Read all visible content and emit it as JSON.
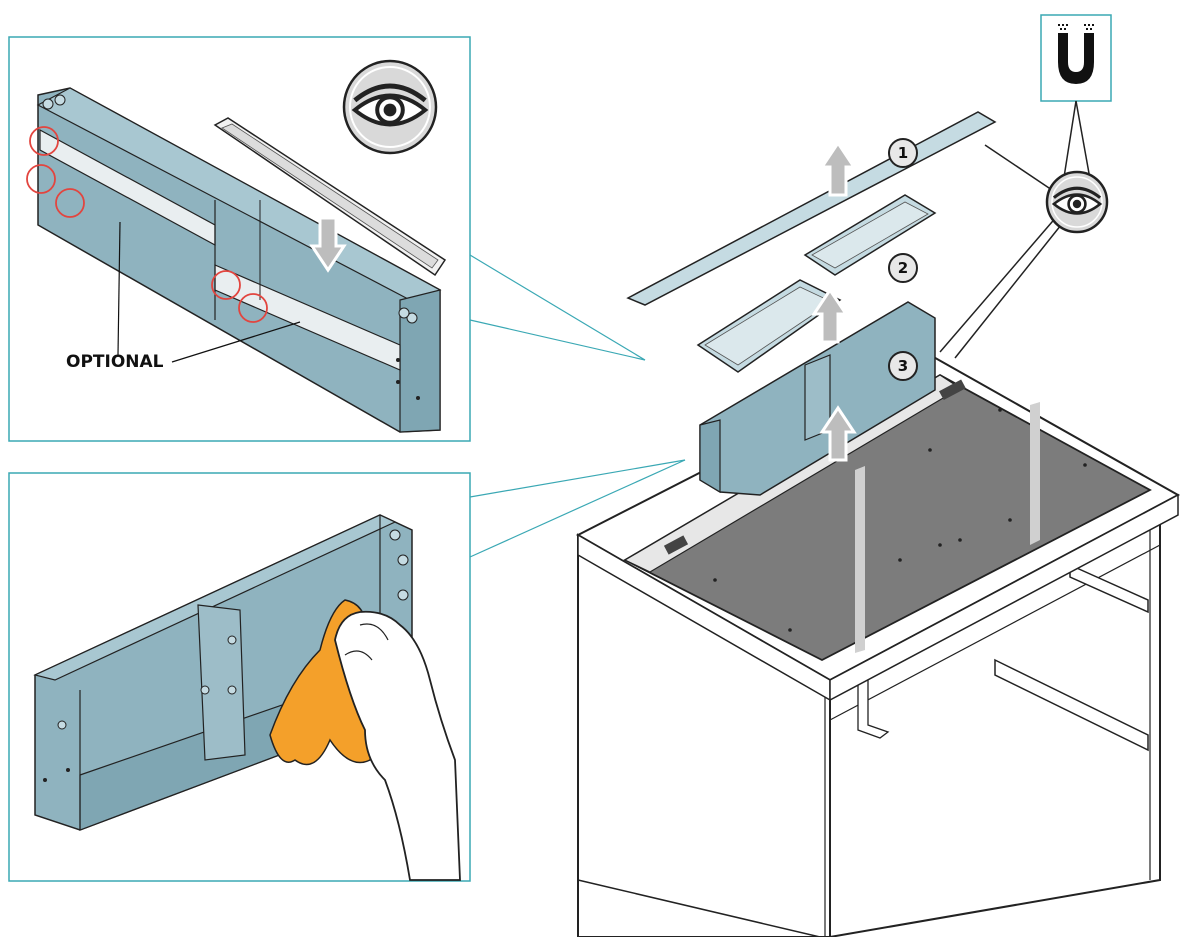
{
  "callout": {
    "optional_label": "OPTIONAL"
  },
  "steps": [
    {
      "label": "1"
    },
    {
      "label": "2"
    },
    {
      "label": "3"
    }
  ],
  "icons": {
    "eye": "eye-icon",
    "magnet": "magnet-icon"
  },
  "colors": {
    "panel_blue": "#8fb3bf",
    "panel_light": "#c5dbe2",
    "frame_teal": "#3aa8b4",
    "glass_dark": "#7c7c7c",
    "cloth_orange": "#f4a02a",
    "highlight_red": "#e2453f",
    "skin": "#ffffff"
  }
}
